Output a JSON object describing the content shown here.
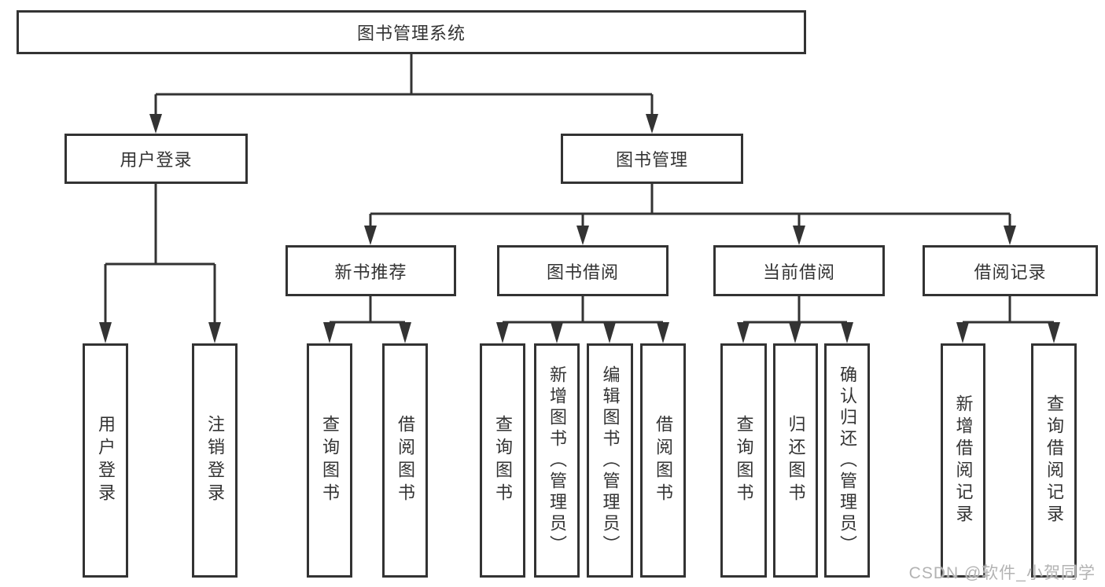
{
  "colors": {
    "line": "#333333",
    "box_border": "#333333",
    "text": "#333333",
    "watermark": "#b3b3b3",
    "background": "#ffffff"
  },
  "watermark": {
    "text": "CSDN @软件_小贺同学"
  },
  "diagram": {
    "root": {
      "label": "图书管理系统"
    },
    "branches": [
      {
        "label": "用户登录",
        "children": [
          {
            "label": "用户登录"
          },
          {
            "label": "注销登录"
          }
        ]
      },
      {
        "label": "图书管理",
        "children": [
          {
            "label": "新书推荐",
            "children": [
              {
                "label": "查询图书"
              },
              {
                "label": "借阅图书"
              }
            ]
          },
          {
            "label": "图书借阅",
            "children": [
              {
                "label": "查询图书"
              },
              {
                "label": "新增图书（管理员）"
              },
              {
                "label": "编辑图书（管理员）"
              },
              {
                "label": "借阅图书"
              }
            ]
          },
          {
            "label": "当前借阅",
            "children": [
              {
                "label": "查询图书"
              },
              {
                "label": "归还图书"
              },
              {
                "label": "确认归还（管理员）"
              }
            ]
          },
          {
            "label": "借阅记录",
            "children": [
              {
                "label": "新增借阅记录"
              },
              {
                "label": "查询借阅记录"
              }
            ]
          }
        ]
      }
    ]
  }
}
